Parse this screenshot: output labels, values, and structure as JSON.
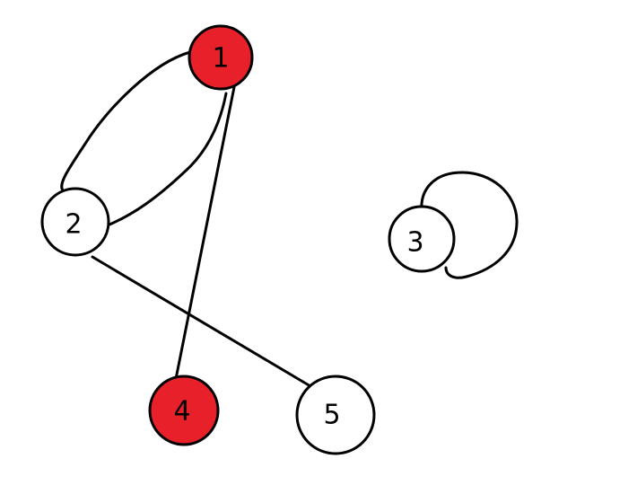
{
  "graph": {
    "nodes": [
      {
        "id": "1",
        "label": "1",
        "fill": "#e8202a"
      },
      {
        "id": "2",
        "label": "2",
        "fill": "#ffffff"
      },
      {
        "id": "3",
        "label": "3",
        "fill": "#ffffff"
      },
      {
        "id": "4",
        "label": "4",
        "fill": "#e8202a"
      },
      {
        "id": "5",
        "label": "5",
        "fill": "#ffffff"
      }
    ],
    "edges": [
      {
        "from": "1",
        "to": "2",
        "kind": "curve-left"
      },
      {
        "from": "1",
        "to": "2",
        "kind": "curve-right"
      },
      {
        "from": "1",
        "to": "4",
        "kind": "straight"
      },
      {
        "from": "2",
        "to": "5",
        "kind": "straight"
      },
      {
        "from": "3",
        "to": "3",
        "kind": "self-loop"
      }
    ],
    "colors": {
      "highlight": "#e8202a",
      "default": "#ffffff",
      "stroke": "#000000"
    }
  }
}
